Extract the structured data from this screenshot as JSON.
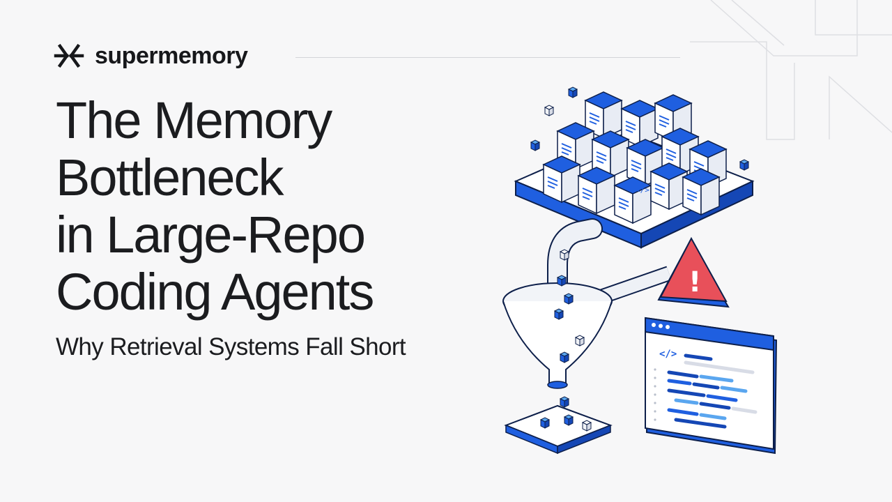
{
  "brand": {
    "name": "supermemory",
    "logo_icon": "supermemory-logo-icon"
  },
  "hero": {
    "title_lines": [
      "The Memory",
      "Bottleneck",
      "in Large-Repo",
      "Coding Agents"
    ],
    "subtitle": "Why Retrieval Systems Fall Short"
  },
  "illustration": {
    "code_symbol": "</>",
    "warning_symbol": "!",
    "icons": [
      "cube-stack",
      "funnel",
      "warning-icon",
      "code-window"
    ]
  },
  "colors": {
    "background": "#f7f7f8",
    "text": "#1b1c1f",
    "accent_blue": "#1f5fe0",
    "light_blue": "#5aa6ef",
    "warning_red": "#e8505a"
  }
}
